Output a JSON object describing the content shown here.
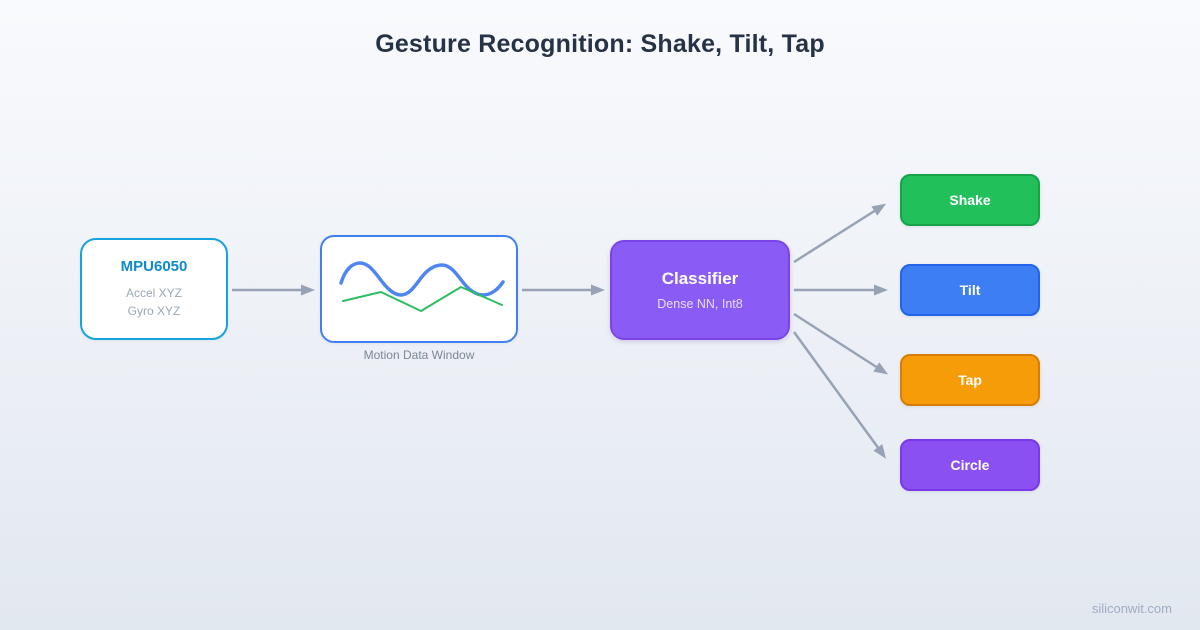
{
  "title": "Gesture Recognition: Shake, Tilt, Tap",
  "watermark": "siliconwit.com",
  "colors": {
    "background_top": "#f9fafd",
    "background_bottom": "#e2e8f0",
    "title": "#263246",
    "arrow": "#97a3b4",
    "sensor_border": "#16a3dd",
    "sensor_title": "#0d8bce",
    "muted_text": "#9aa7b6",
    "window_border": "#3f7ff2",
    "wave_blue": "#4d86f0",
    "wave_green": "#2dbd62",
    "classifier_fill": "#8a5cf5",
    "classifier_border": "#7b45e6",
    "classifier_subtitle": "#e5defb",
    "label_text": "#7b8794",
    "watermark": "#9fadc2"
  },
  "nodes": {
    "sensor": {
      "title": "MPU6050",
      "lines": [
        "Accel XYZ",
        "Gyro XYZ"
      ]
    },
    "window": {
      "label": "Motion Data Window"
    },
    "classifier": {
      "title": "Classifier",
      "subtitle": "Dense NN, Int8"
    },
    "outputs": [
      {
        "label": "Shake",
        "fill": "#22c05b",
        "border": "#17a34a"
      },
      {
        "label": "Tilt",
        "fill": "#3d7ef5",
        "border": "#2563eb"
      },
      {
        "label": "Tap",
        "fill": "#f59c08",
        "border": "#d97d06"
      },
      {
        "label": "Circle",
        "fill": "#8a50f2",
        "border": "#7a38e8"
      }
    ]
  },
  "edges": [
    {
      "from": "sensor",
      "to": "window"
    },
    {
      "from": "window",
      "to": "classifier"
    },
    {
      "from": "classifier",
      "to": "output-shake"
    },
    {
      "from": "classifier",
      "to": "output-tilt"
    },
    {
      "from": "classifier",
      "to": "output-tap"
    },
    {
      "from": "classifier",
      "to": "output-circle"
    }
  ]
}
